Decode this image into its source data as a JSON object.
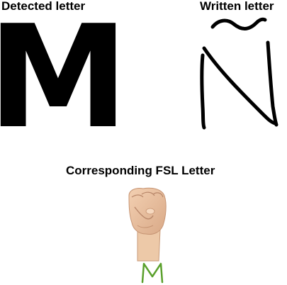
{
  "detected": {
    "label": "Detected letter",
    "letter": "M"
  },
  "written": {
    "label": "Written letter",
    "letter": "Ñ"
  },
  "fsl": {
    "label": "Corresponding FSL Letter",
    "letter": "M",
    "letter_color": "#5aa02c",
    "image_icon": "hand-sign-m-icon"
  }
}
